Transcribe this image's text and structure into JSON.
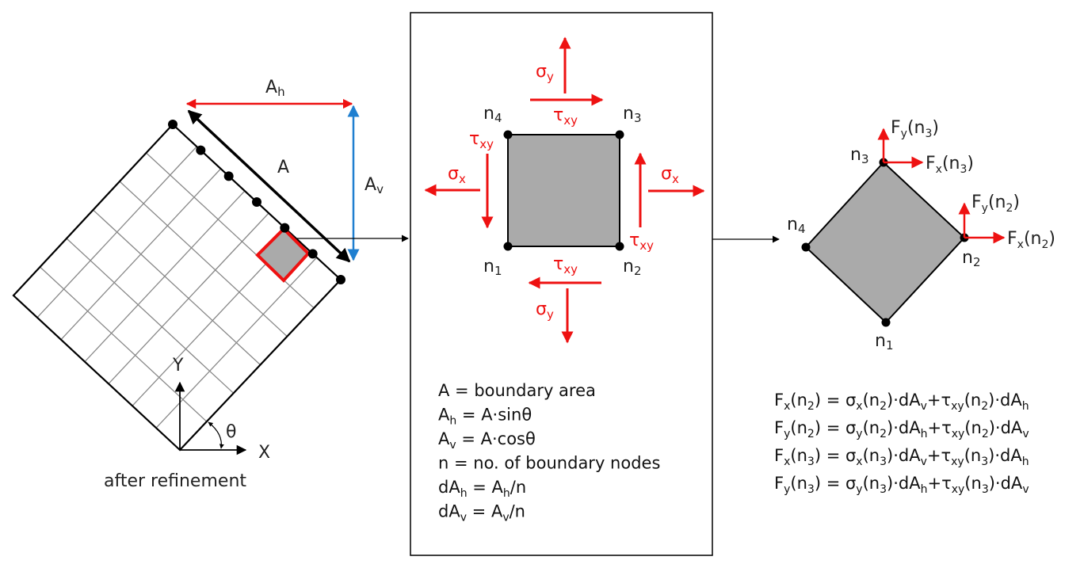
{
  "colors": {
    "stress_red": "#ee1111",
    "blue": "#1f7fd0",
    "element_fill": "#aaaaaa",
    "grid_line": "#888888",
    "outline": "#000000"
  },
  "left_panel": {
    "caption": "after refinement",
    "label_A": "A",
    "label_Ah": {
      "base": "A",
      "sub": "h"
    },
    "label_Av": {
      "base": "A",
      "sub": "v"
    },
    "axis_x": "X",
    "axis_y": "Y",
    "angle": "θ",
    "boundary_node_count": 7,
    "grid_divisions": [
      6,
      7
    ]
  },
  "middle_panel": {
    "nodes": [
      {
        "base": "n",
        "sub": "1"
      },
      {
        "base": "n",
        "sub": "2"
      },
      {
        "base": "n",
        "sub": "3"
      },
      {
        "base": "n",
        "sub": "4"
      }
    ],
    "stresses": {
      "sigma_y_top": {
        "base": "σ",
        "sub": "y"
      },
      "sigma_y_bottom": {
        "base": "σ",
        "sub": "y"
      },
      "sigma_x_left": {
        "base": "σ",
        "sub": "x"
      },
      "sigma_x_right": {
        "base": "σ",
        "sub": "x"
      },
      "tau_top": {
        "base": "τ",
        "sub": "xy"
      },
      "tau_bottom": {
        "base": "τ",
        "sub": "xy"
      },
      "tau_left": {
        "base": "τ",
        "sub": "xy"
      },
      "tau_right": {
        "base": "τ",
        "sub": "xy"
      }
    },
    "definitions": [
      {
        "parts": [
          [
            "A",
            ""
          ],
          [
            " = boundary area",
            ""
          ]
        ]
      },
      {
        "parts": [
          [
            "A",
            "h"
          ],
          [
            " = A·sinθ",
            ""
          ]
        ]
      },
      {
        "parts": [
          [
            "A",
            "v"
          ],
          [
            " = A·cosθ",
            ""
          ]
        ]
      },
      {
        "parts": [
          [
            "n = no. of boundary nodes",
            ""
          ]
        ]
      },
      {
        "parts": [
          [
            "dA",
            "h"
          ],
          [
            " = A",
            ""
          ],
          [
            "",
            "h"
          ],
          [
            "/n",
            ""
          ]
        ]
      },
      {
        "parts": [
          [
            "dA",
            "v"
          ],
          [
            " = A",
            ""
          ],
          [
            "",
            "v"
          ],
          [
            "/n",
            ""
          ]
        ]
      }
    ]
  },
  "right_panel": {
    "nodes": [
      {
        "base": "n",
        "sub": "1"
      },
      {
        "base": "n",
        "sub": "2"
      },
      {
        "base": "n",
        "sub": "3"
      },
      {
        "base": "n",
        "sub": "4"
      }
    ],
    "forces": {
      "fy_n3": [
        [
          "F",
          "y"
        ],
        [
          "(n",
          ""
        ],
        [
          "",
          "3"
        ],
        [
          ")",
          ""
        ]
      ],
      "fx_n3": [
        [
          "F",
          "x"
        ],
        [
          "(n",
          ""
        ],
        [
          "",
          "3"
        ],
        [
          ")",
          ""
        ]
      ],
      "fy_n2": [
        [
          "F",
          "y"
        ],
        [
          "(n",
          ""
        ],
        [
          "",
          "2"
        ],
        [
          ")",
          ""
        ]
      ],
      "fx_n2": [
        [
          "F",
          "x"
        ],
        [
          "(n",
          ""
        ],
        [
          "",
          "2"
        ],
        [
          ")",
          ""
        ]
      ]
    },
    "equations": [
      [
        [
          "F",
          "x"
        ],
        [
          "(n",
          ""
        ],
        [
          "",
          "2"
        ],
        [
          ") = σ",
          ""
        ],
        [
          "",
          "x"
        ],
        [
          "(n",
          ""
        ],
        [
          "",
          "2"
        ],
        [
          ")·dA",
          ""
        ],
        [
          "",
          "v"
        ],
        [
          "+τ",
          ""
        ],
        [
          "",
          "xy"
        ],
        [
          "(n",
          ""
        ],
        [
          "",
          "2"
        ],
        [
          ")·dA",
          ""
        ],
        [
          "",
          "h"
        ]
      ],
      [
        [
          "F",
          "y"
        ],
        [
          "(n",
          ""
        ],
        [
          "",
          "2"
        ],
        [
          ") = σ",
          ""
        ],
        [
          "",
          "y"
        ],
        [
          "(n",
          ""
        ],
        [
          "",
          "2"
        ],
        [
          ")·dA",
          ""
        ],
        [
          "",
          "h"
        ],
        [
          "+τ",
          ""
        ],
        [
          "",
          "xy"
        ],
        [
          "(n",
          ""
        ],
        [
          "",
          "2"
        ],
        [
          ")·dA",
          ""
        ],
        [
          "",
          "v"
        ]
      ],
      [
        [
          "F",
          "x"
        ],
        [
          "(n",
          ""
        ],
        [
          "",
          "3"
        ],
        [
          ") = σ",
          ""
        ],
        [
          "",
          "x"
        ],
        [
          "(n",
          ""
        ],
        [
          "",
          "3"
        ],
        [
          ")·dA",
          ""
        ],
        [
          "",
          "v"
        ],
        [
          "+τ",
          ""
        ],
        [
          "",
          "xy"
        ],
        [
          "(n",
          ""
        ],
        [
          "",
          "3"
        ],
        [
          ")·dA",
          ""
        ],
        [
          "",
          "h"
        ]
      ],
      [
        [
          "F",
          "y"
        ],
        [
          "(n",
          ""
        ],
        [
          "",
          "3"
        ],
        [
          ") = σ",
          ""
        ],
        [
          "",
          "y"
        ],
        [
          "(n",
          ""
        ],
        [
          "",
          "3"
        ],
        [
          ")·dA",
          ""
        ],
        [
          "",
          "h"
        ],
        [
          "+τ",
          ""
        ],
        [
          "",
          "xy"
        ],
        [
          "(n",
          ""
        ],
        [
          "",
          "3"
        ],
        [
          ")·dA",
          ""
        ],
        [
          "",
          "v"
        ]
      ]
    ]
  }
}
